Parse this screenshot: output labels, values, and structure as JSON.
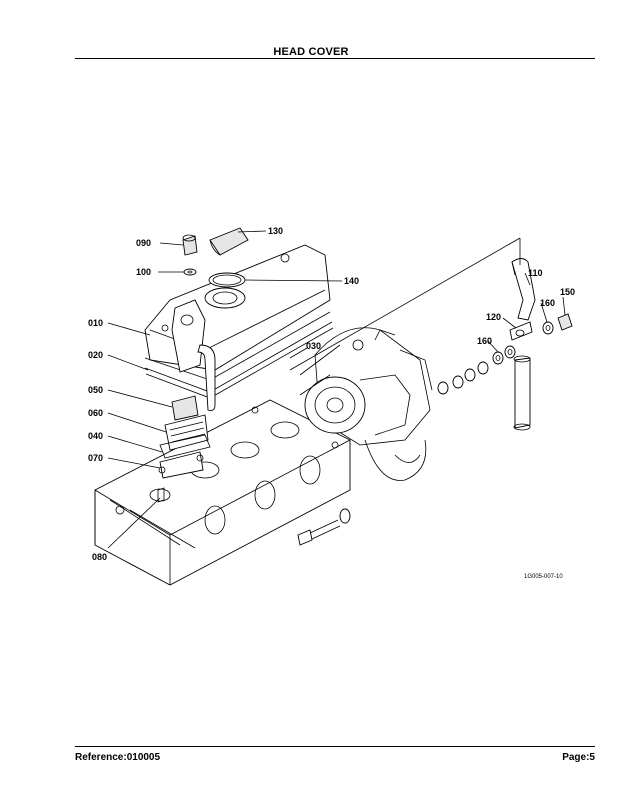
{
  "header": {
    "title": "HEAD COVER"
  },
  "figure": {
    "reference_code": "1G005-007-10",
    "callouts": [
      {
        "label": "090"
      },
      {
        "label": "100"
      },
      {
        "label": "010"
      },
      {
        "label": "020"
      },
      {
        "label": "050"
      },
      {
        "label": "060"
      },
      {
        "label": "040"
      },
      {
        "label": "070"
      },
      {
        "label": "080"
      },
      {
        "label": "130"
      },
      {
        "label": "140"
      },
      {
        "label": "030"
      },
      {
        "label": "110"
      },
      {
        "label": "120"
      },
      {
        "label": "160"
      },
      {
        "label": "150"
      },
      {
        "label": "160"
      }
    ]
  },
  "footer": {
    "reference": "Reference:010005",
    "page": "Page:5"
  }
}
